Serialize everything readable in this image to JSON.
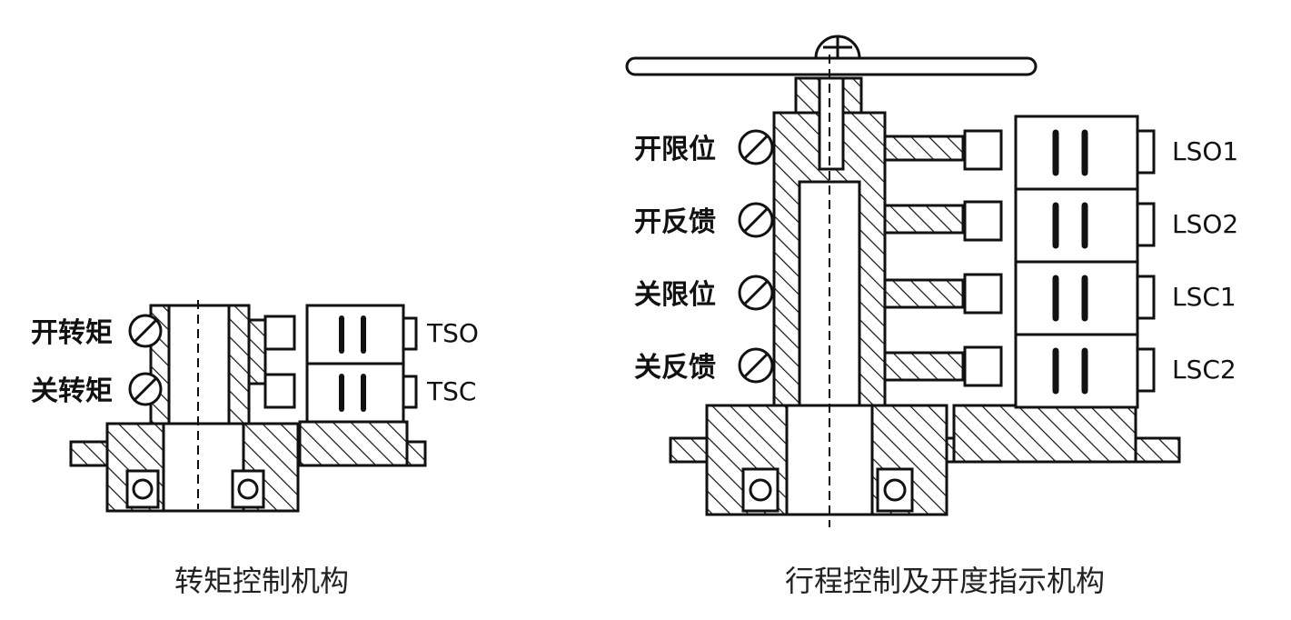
{
  "left_mechanism": {
    "caption": "转矩控制机构",
    "cams": [
      {
        "label": "开转矩",
        "code": "TSO"
      },
      {
        "label": "关转矩",
        "code": "TSC"
      }
    ]
  },
  "right_mechanism": {
    "caption": "行程控制及开度指示机构",
    "cams": [
      {
        "label": "开限位",
        "code": "LSO1"
      },
      {
        "label": "开反馈",
        "code": "LSO2"
      },
      {
        "label": "关限位",
        "code": "LSC1"
      },
      {
        "label": "关反馈",
        "code": "LSC2"
      }
    ]
  },
  "colors": {
    "ink": "#111111",
    "background": "#ffffff"
  }
}
